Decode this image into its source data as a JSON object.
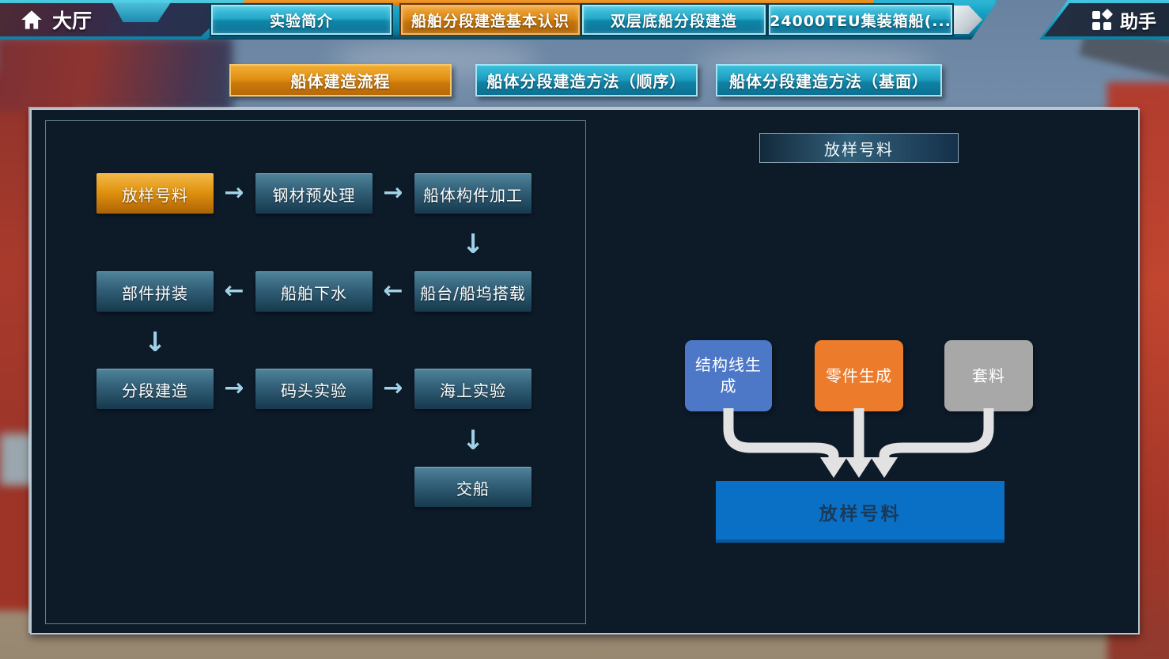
{
  "topbar": {
    "home": {
      "label": "大厅"
    },
    "tabs": [
      {
        "label": "实验简介",
        "active": false
      },
      {
        "label": "船舶分段建造基本认识",
        "active": true
      },
      {
        "label": "双层底船分段建造",
        "active": false
      },
      {
        "label": "24000TEU集装箱船(...",
        "active": false
      }
    ],
    "assistant": {
      "label": "助手"
    }
  },
  "subtabs": [
    {
      "label": "船体建造流程",
      "active": true
    },
    {
      "label": "船体分段建造方法（顺序）",
      "active": false
    },
    {
      "label": "船体分段建造方法（基面）",
      "active": false
    }
  ],
  "flowchart": {
    "boxes": [
      {
        "label": "放样号料",
        "active": true
      },
      {
        "label": "钢材预处理",
        "active": false
      },
      {
        "label": "船体构件加工",
        "active": false
      },
      {
        "label": "部件拼装",
        "active": false
      },
      {
        "label": "船舶下水",
        "active": false
      },
      {
        "label": "船台/船坞搭载",
        "active": false
      },
      {
        "label": "分段建造",
        "active": false
      },
      {
        "label": "码头实验",
        "active": false
      },
      {
        "label": "海上实验",
        "active": false
      },
      {
        "label": "交船",
        "active": false
      }
    ]
  },
  "icons": {
    "arrow_right": "→",
    "arrow_left": "←",
    "arrow_down": "↓"
  },
  "detail": {
    "header": "放样号料",
    "sources": [
      {
        "label": "结构线生成",
        "color": "#4d78c8"
      },
      {
        "label": "零件生成",
        "color": "#ec7c2c"
      },
      {
        "label": "套料",
        "color": "#a8a8a8"
      }
    ],
    "target": {
      "label": "放样号料",
      "color": "#0a70c6"
    }
  },
  "colors": {
    "active_orange": "#e0890f",
    "tab_teal": "#1a9ec2",
    "panel_bg": "#0d1a28",
    "flow_arrow_blue": "#9fd2e8",
    "converge_arrow_gray": "#e2e2e2"
  }
}
